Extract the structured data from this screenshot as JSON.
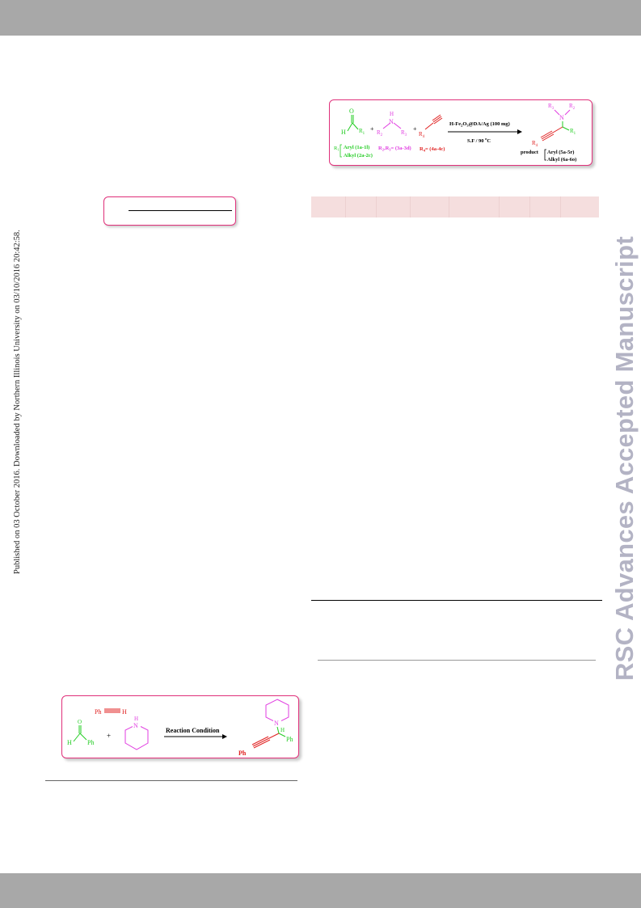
{
  "sidebar": {
    "published_note": "Published on 03 October 2016. Downloaded by Northern Illinois University on 03/10/2016 20:42:58."
  },
  "watermark": {
    "text": "RSC Advances Accepted Manuscript"
  },
  "scheme_top": {
    "o_label": "O",
    "h_label": "H",
    "r1": "R",
    "r1_sub": "1",
    "plus1": "+",
    "amine_h": "H",
    "amine_n": "N",
    "r2": "R",
    "r2_sub": "2",
    "r3": "R",
    "r3_sub": "3",
    "plus2": "+",
    "r4": "R",
    "r4_sub": "4",
    "catalyst_pre": "H-Fe",
    "catalyst_sub1": "2",
    "catalyst_mid": "O",
    "catalyst_sub2": "3",
    "catalyst_post": "@DA/Ag (100 mg)",
    "conditions_pre": "S.F / 90 ",
    "conditions_deg": "o",
    "conditions_post": "C",
    "reactant_r1_label": "R",
    "reactant_r1_sub": "1",
    "aryl_label": "Aryl (1a-1l)",
    "alkyl_label": "Alkyl (2a-2c)",
    "amine_label_pre": "R",
    "amine_label_sub1": "2",
    "amine_label_mid": ",R",
    "amine_label_sub2": "3",
    "amine_label_post": "= (3a-3d)",
    "alkyne_label_pre": "R",
    "alkyne_label_sub": "4",
    "alkyne_label_post": "= (4a-4c)",
    "prod_n": "N",
    "prod_r3": "R",
    "prod_r3_sub": "3",
    "prod_r2": "R",
    "prod_r2_sub": "2",
    "prod_r1": "R",
    "prod_r1_sub": "1",
    "prod_r4": "R",
    "prod_r4_sub": "4",
    "product_word": "product",
    "product_aryl": "Aryl (5a-5r)",
    "product_alkyl": "Alkyl (6a-6o)"
  },
  "scheme_bottom": {
    "ph_alkyne": "Ph",
    "h_alkyne": "H",
    "o_label": "O",
    "h_label": "H",
    "ph_aldehyde": "Ph",
    "plus": "+",
    "nh_h": "H",
    "nh_n": "N",
    "arrow_label": "Reaction Condition",
    "prod_n": "N",
    "prod_h": "H",
    "prod_ph1": "Ph",
    "prod_ph2": "Ph"
  },
  "colors": {
    "accent_border": "#e0307a",
    "green": "#22cc22",
    "magenta": "#e03ce0",
    "red": "#e02020",
    "band": "#a8a8a8",
    "table_header": "#f5dede",
    "watermark": "#b3b3c4"
  }
}
